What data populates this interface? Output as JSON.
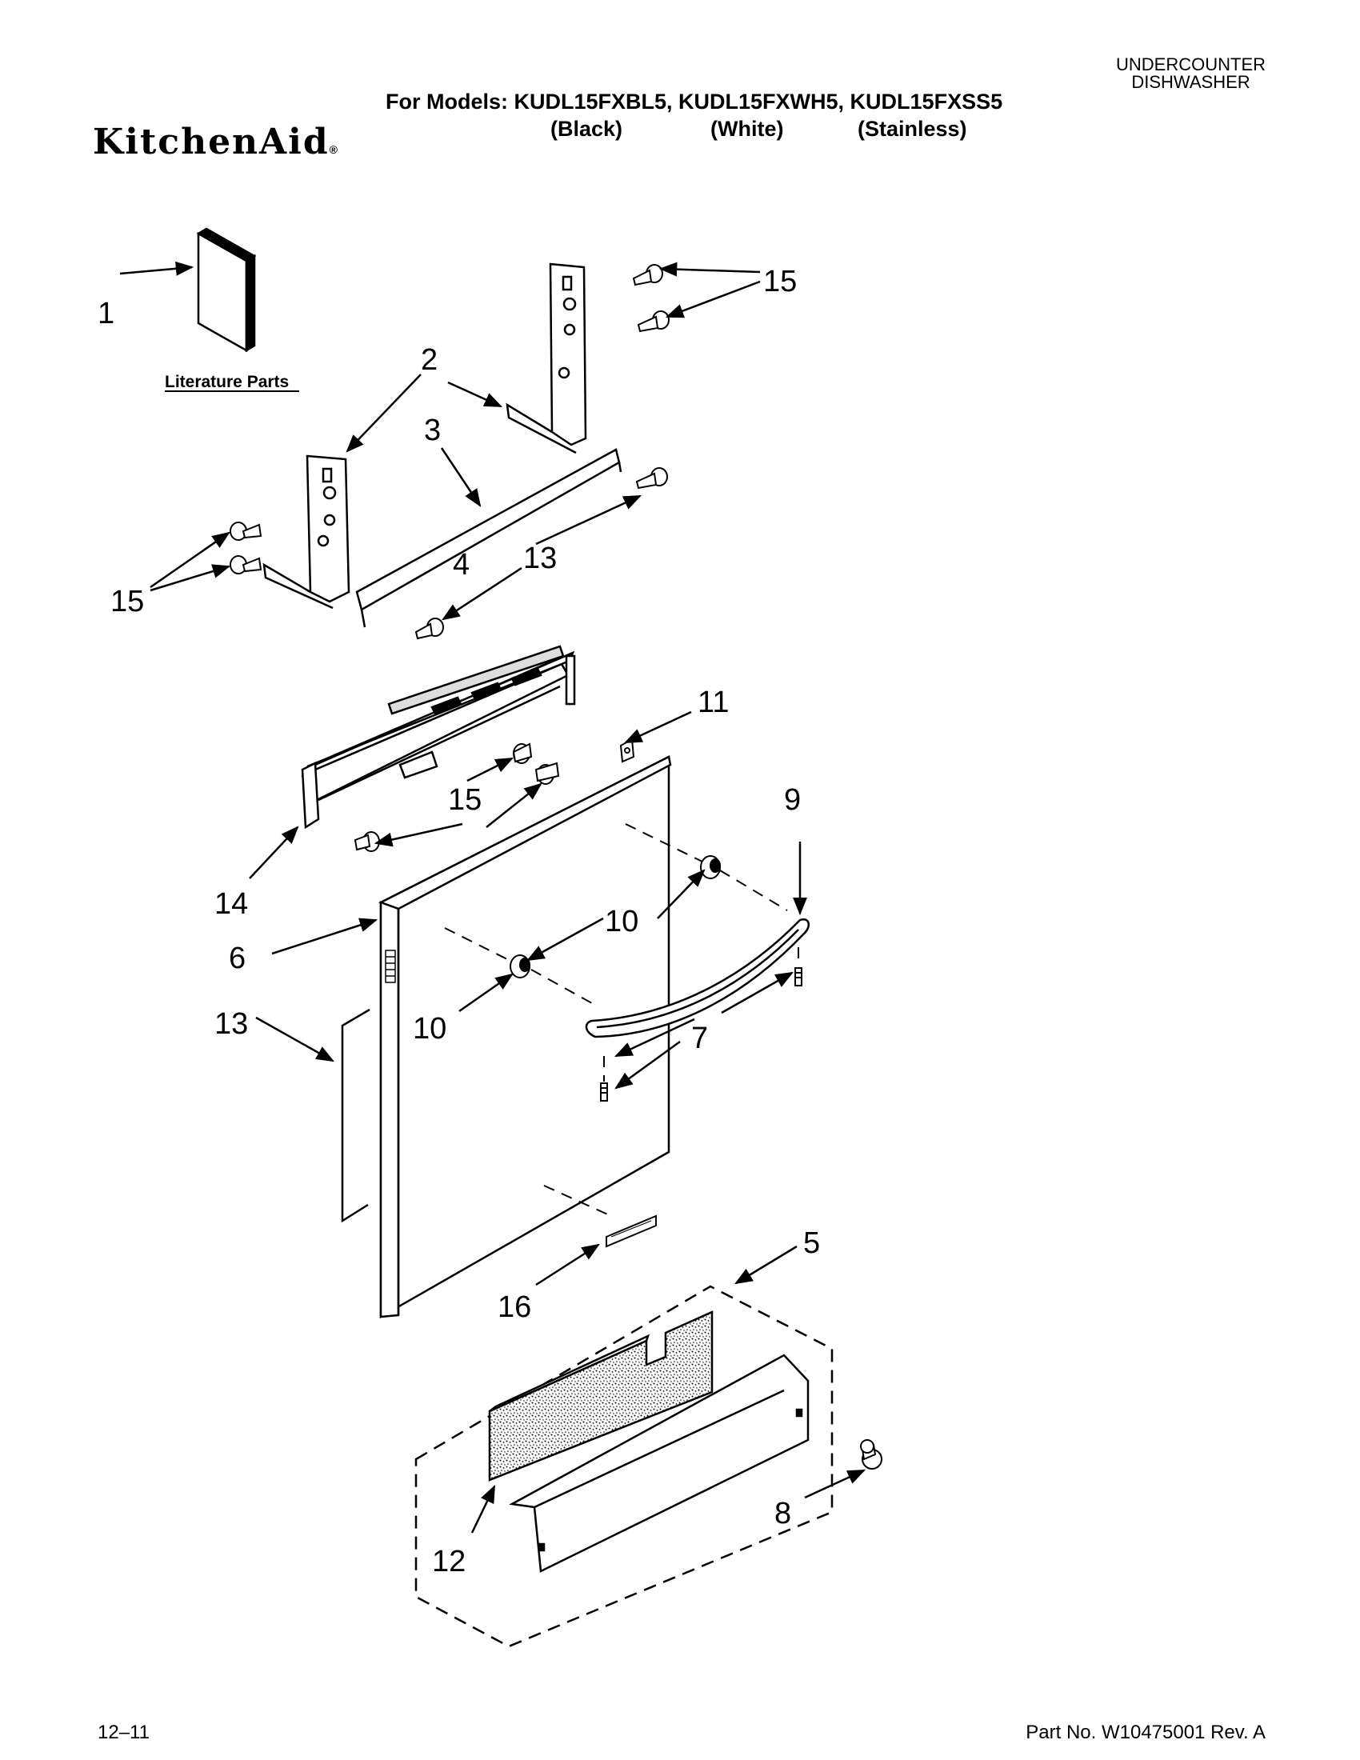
{
  "header": {
    "category_line1": "UNDERCOUNTER",
    "category_line2": "DISHWASHER",
    "models_line": "For Models: KUDL15FXBL5, KUDL15FXWH5, KUDL15FXSS5",
    "color_black": "(Black)",
    "color_white": "(White)",
    "color_stainless": "(Stainless)",
    "brand": "KitchenAid",
    "brand_mark": "®"
  },
  "diagram": {
    "literature_label": "Literature Parts",
    "callouts": {
      "c1": "1",
      "c2": "2",
      "c3": "3",
      "c4": "4",
      "c5": "5",
      "c6": "6",
      "c7": "7",
      "c8": "8",
      "c9": "9",
      "c10a": "10",
      "c10b": "10",
      "c11": "11",
      "c12": "12",
      "c13a": "13",
      "c13b": "13",
      "c14": "14",
      "c15a": "15",
      "c15b": "15",
      "c15c": "15",
      "c16": "16"
    }
  },
  "footer": {
    "date": "12–11",
    "part_number": "Part No. W10475001 Rev. A"
  }
}
